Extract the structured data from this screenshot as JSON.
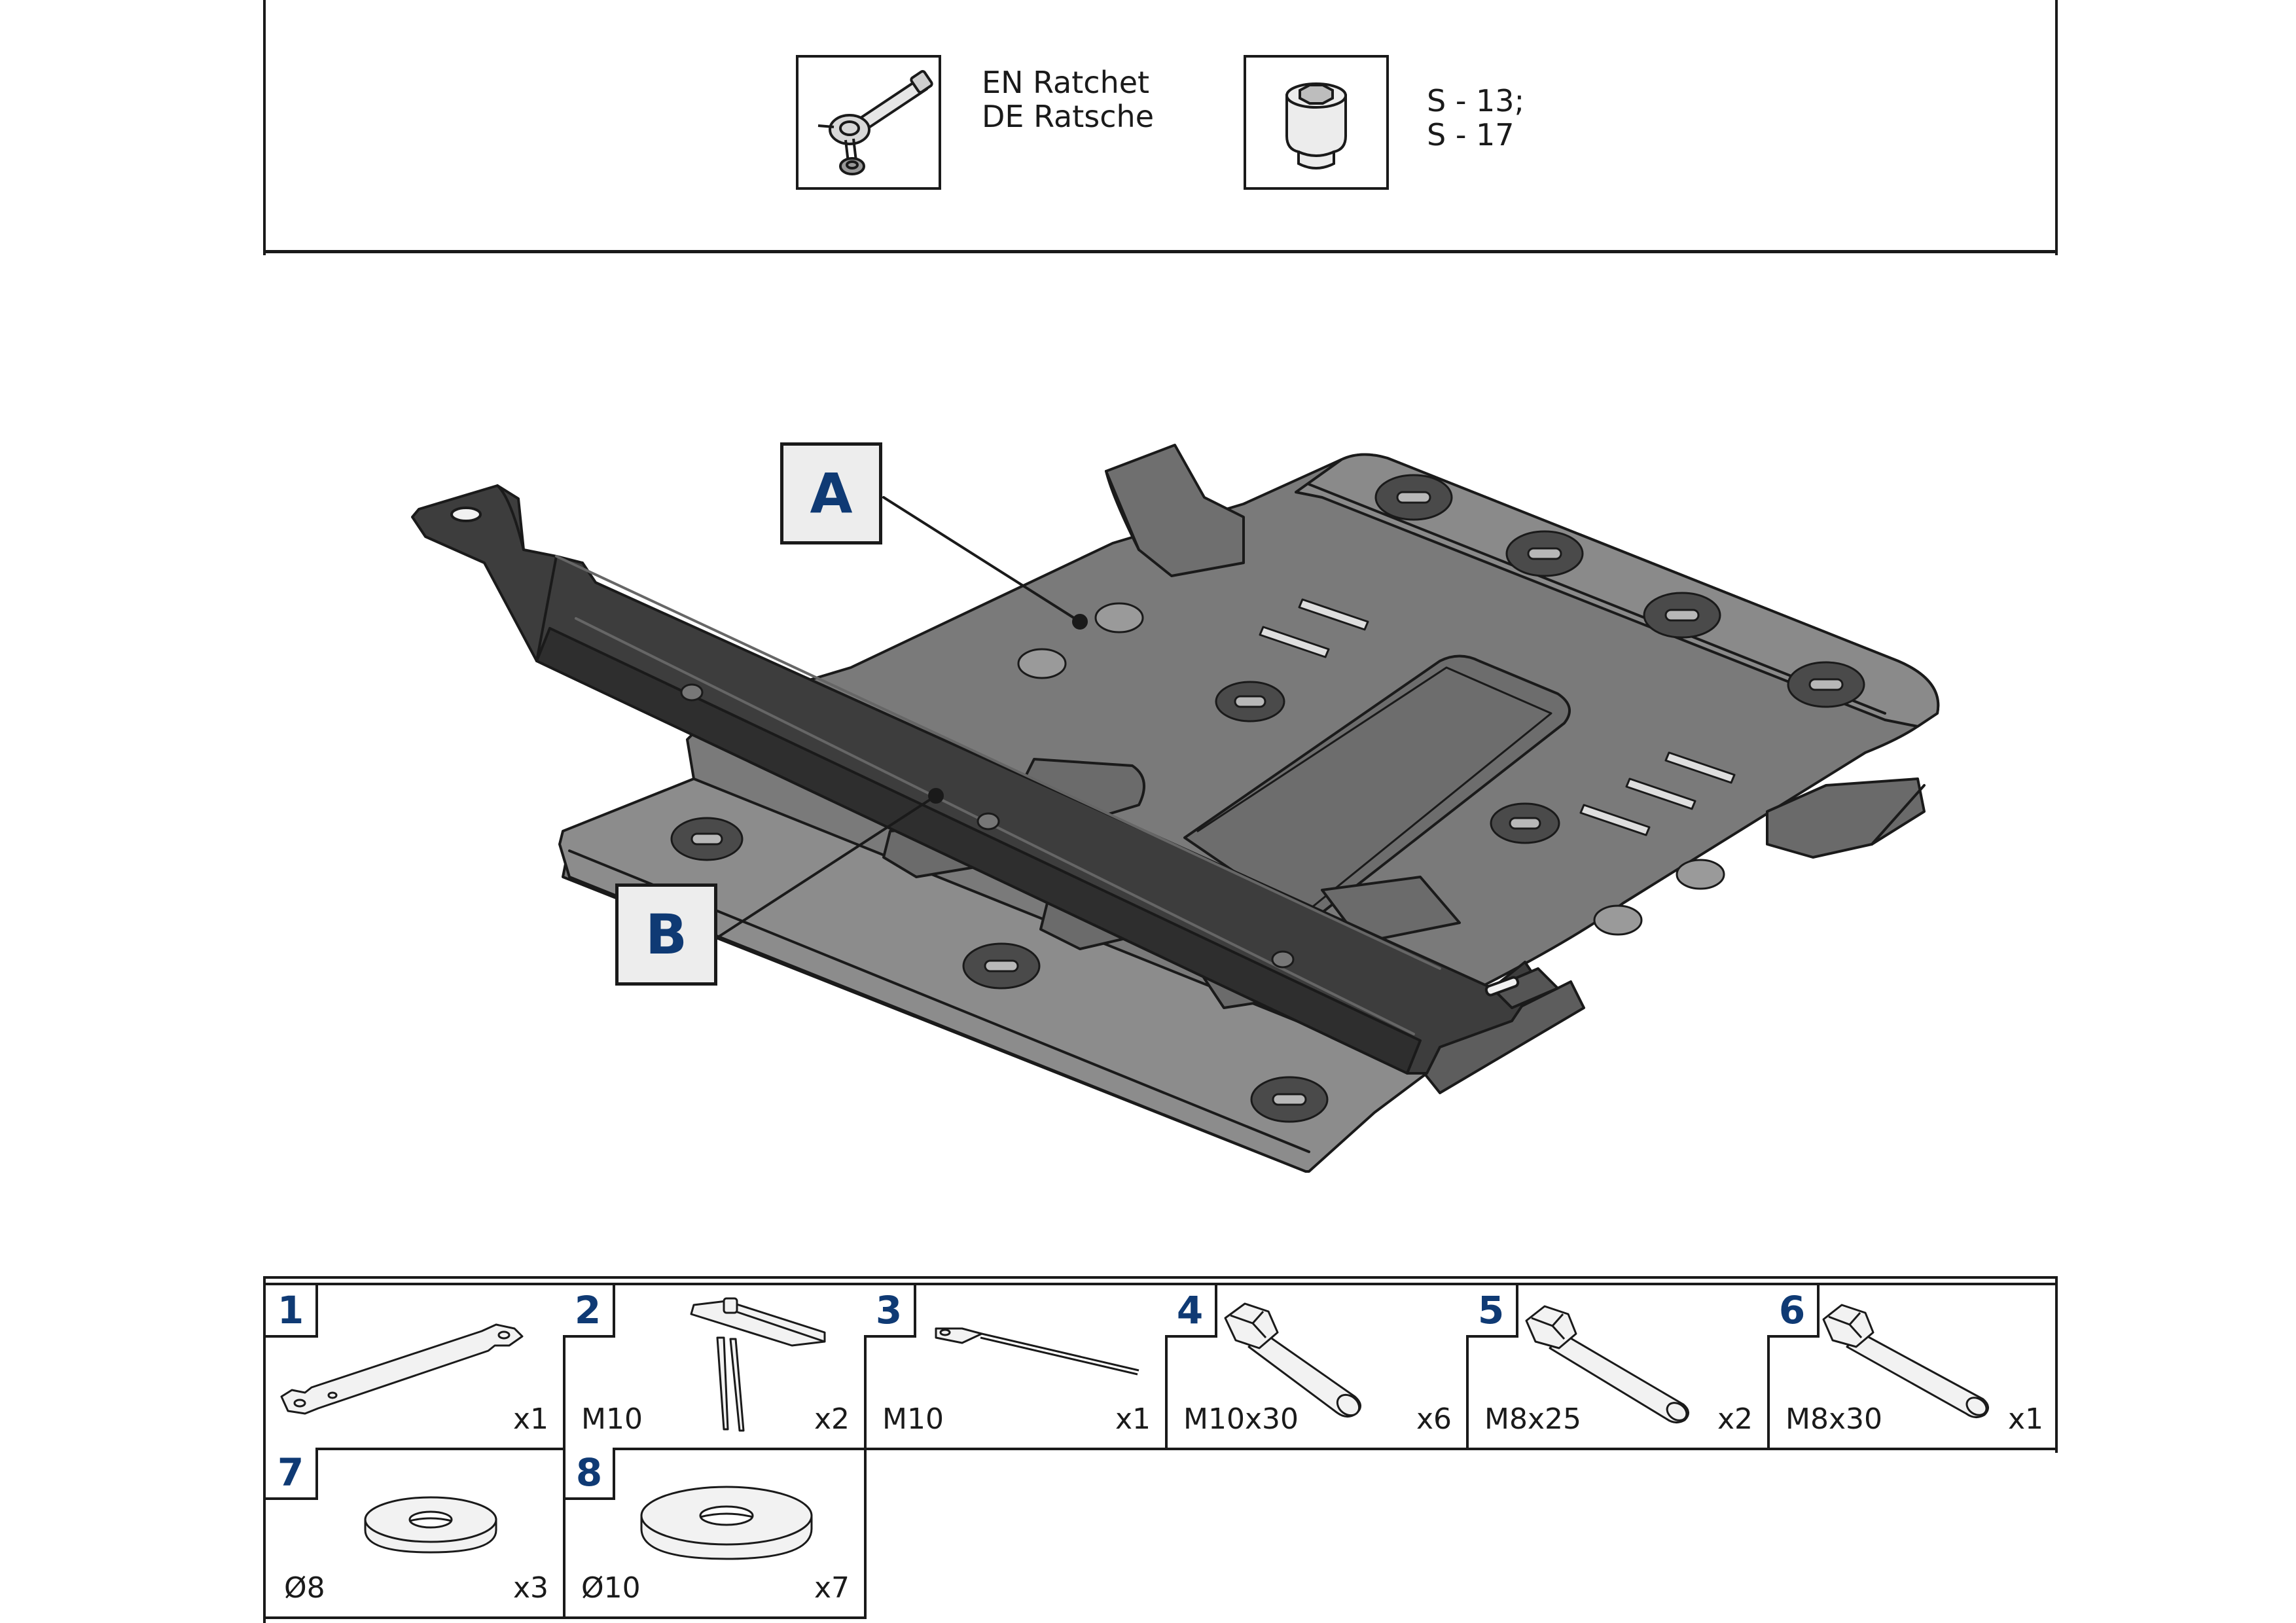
{
  "tools": [
    {
      "icon": "ratchet-icon",
      "lines": [
        "EN Ratchet",
        "DE Ratsche"
      ]
    },
    {
      "icon": "socket-icon",
      "lines": [
        "S - 13;",
        "S - 17"
      ]
    }
  ],
  "callouts": {
    "a": "A",
    "b": "B"
  },
  "parts": [
    {
      "number": "1",
      "spec": "",
      "qty": "x1",
      "icon": "bracket-icon"
    },
    {
      "number": "2",
      "spec": "M10",
      "qty": "x2",
      "icon": "clip-nut-icon"
    },
    {
      "number": "3",
      "spec": "M10",
      "qty": "x1",
      "icon": "wire-nut-icon"
    },
    {
      "number": "4",
      "spec": "M10x30",
      "qty": "x6",
      "icon": "bolt-icon"
    },
    {
      "number": "5",
      "spec": "M8x25",
      "qty": "x2",
      "icon": "bolt-icon"
    },
    {
      "number": "6",
      "spec": "M8x30",
      "qty": "x1",
      "icon": "bolt-icon"
    },
    {
      "number": "7",
      "spec": "Ø8",
      "qty": "x3",
      "icon": "washer-icon"
    },
    {
      "number": "8",
      "spec": "Ø10",
      "qty": "x7",
      "icon": "washer-icon"
    }
  ],
  "colors": {
    "accent": "#0f3a74",
    "plate": "#787878",
    "rail": "#3d3d3d",
    "line": "#1a1a1a"
  }
}
